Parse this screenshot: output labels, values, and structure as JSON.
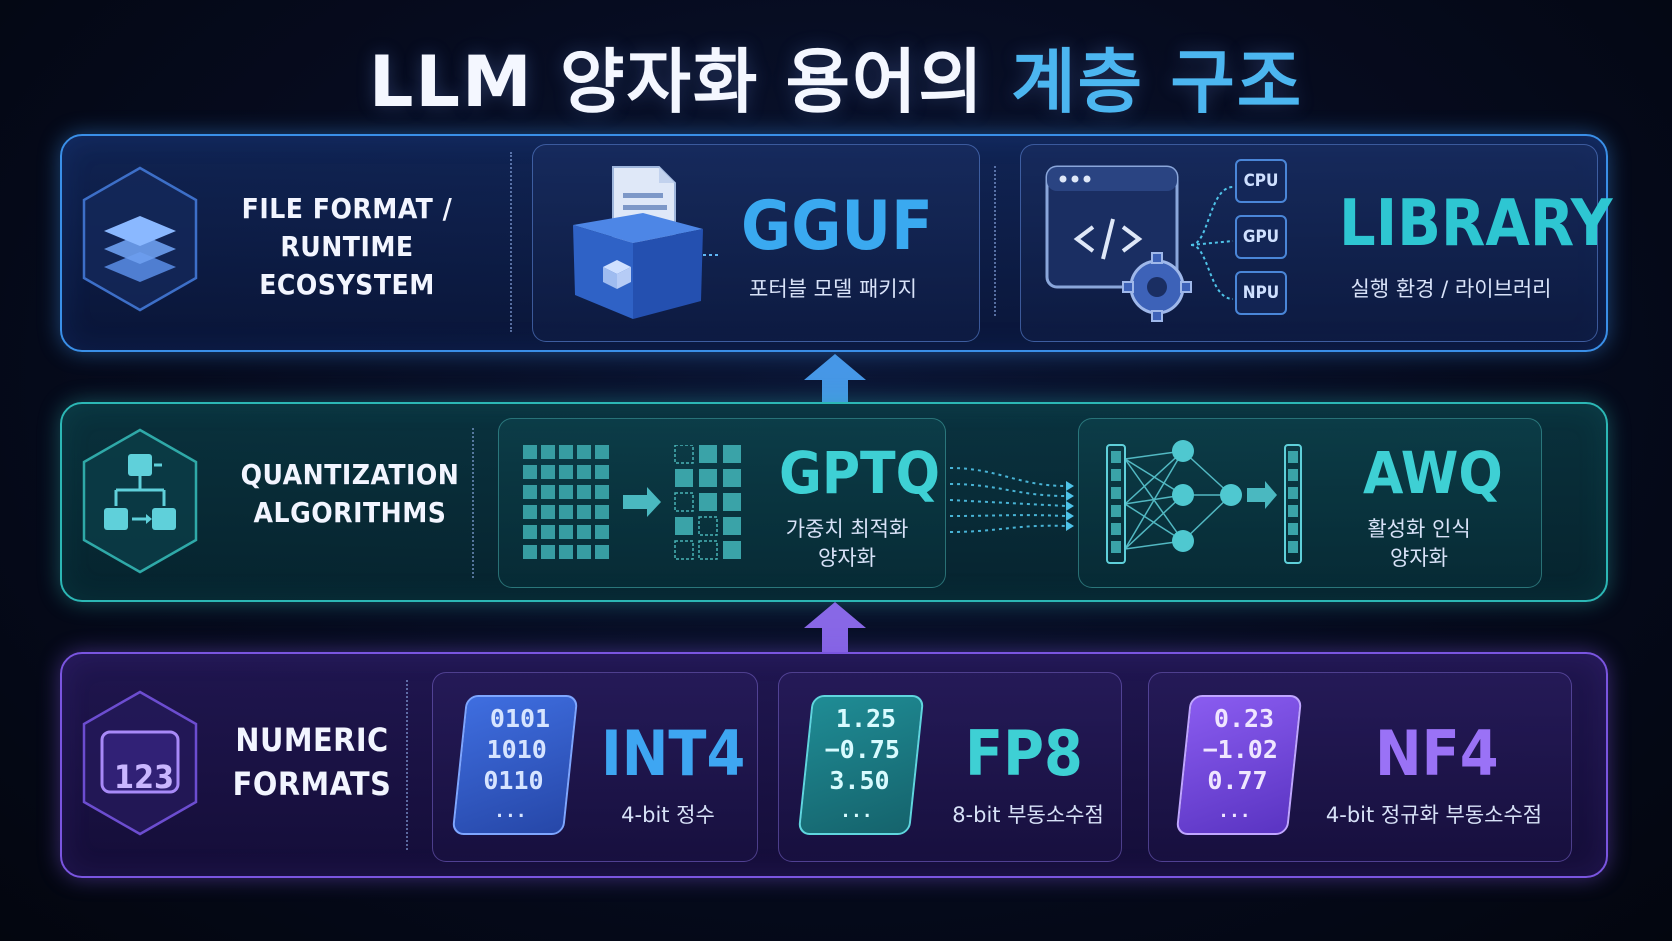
{
  "title": {
    "main": "LLM 양자화 용어의",
    "accent": "계층 구조"
  },
  "layers": {
    "top": {
      "label_line1": "FILE FORMAT /",
      "label_line2": "RUNTIME ECOSYSTEM",
      "gguf": {
        "name": "GGUF",
        "desc": "포터블 모델 패키지"
      },
      "library": {
        "name": "LIBRARY",
        "desc": "실행 환경 / 라이브러리",
        "chips": [
          "CPU",
          "GPU",
          "NPU"
        ]
      }
    },
    "middle": {
      "label_line1": "QUANTIZATION",
      "label_line2": "ALGORITHMS",
      "gptq": {
        "name": "GPTQ",
        "desc_line1": "가중치 최적화",
        "desc_line2": "양자화"
      },
      "awq": {
        "name": "AWQ",
        "desc_line1": "활성화 인식",
        "desc_line2": "양자화"
      }
    },
    "bottom": {
      "label_line1": "NUMERIC",
      "label_line2": "FORMATS",
      "icon_text": "123",
      "int4": {
        "name": "INT4",
        "desc": "4-bit 정수",
        "values": [
          "0101",
          "1010",
          "0110",
          "..."
        ]
      },
      "fp8": {
        "name": "FP8",
        "desc": "8-bit 부동소수점",
        "values": [
          "1.25",
          "−0.75",
          "3.50",
          "..."
        ]
      },
      "nf4": {
        "name": "NF4",
        "desc": "4-bit 정규화 부동소수점",
        "values": [
          "0.23",
          "−1.02",
          "0.77",
          "..."
        ]
      }
    }
  },
  "colors": {
    "blue": "#3a8fe8",
    "teal": "#2cb7b5",
    "purple": "#7a55e0",
    "accent_text": "#4cb6f0"
  }
}
